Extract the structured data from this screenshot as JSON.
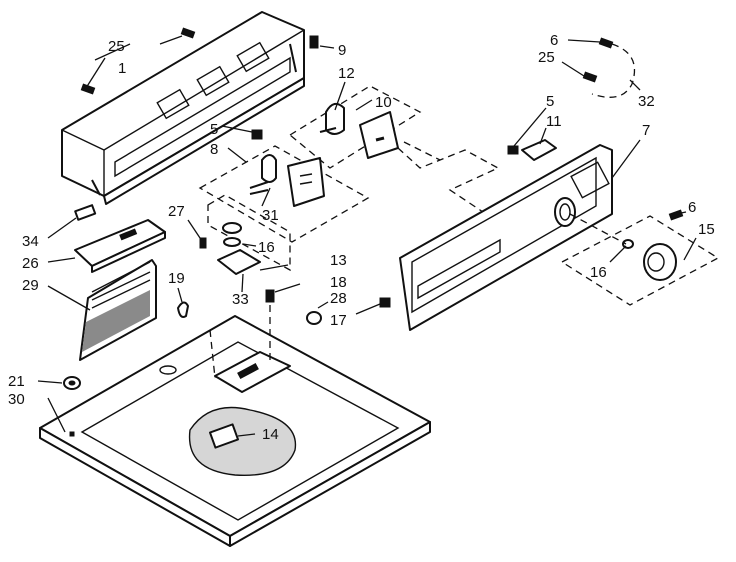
{
  "diagram": {
    "style": "exploded parts view, black line art on white",
    "callouts": {
      "c25a": "25",
      "c1": "1",
      "c9": "9",
      "c12": "12",
      "c10": "10",
      "c5a": "5",
      "c8": "8",
      "c31": "31",
      "c27": "27",
      "c16a": "16",
      "c13": "13",
      "c34": "34",
      "c26": "26",
      "c29": "29",
      "c19": "19",
      "c33": "33",
      "c18": "18",
      "c28": "28",
      "c17": "17",
      "c21": "21",
      "c30": "30",
      "c14": "14",
      "c6a": "6",
      "c25b": "25",
      "c32": "32",
      "c5b": "5",
      "c11": "11",
      "c7": "7",
      "c6b": "6",
      "c15": "15",
      "c16b": "16"
    }
  }
}
